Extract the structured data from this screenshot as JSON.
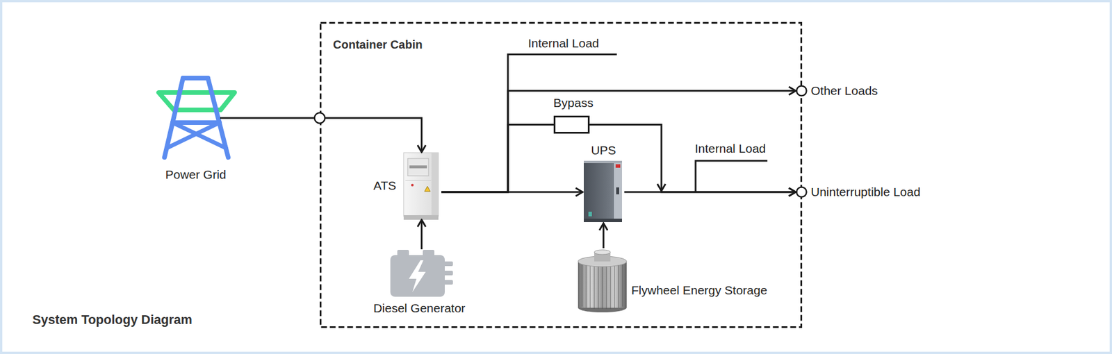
{
  "diagram": {
    "title": "System Topology Diagram",
    "nodes": [
      {
        "text": [
          "Power Grid"
        ]
      },
      {
        "text": [
          "Container Cabin"
        ]
      },
      {
        "text": [
          "ATS"
        ],
        "in": 1
      },
      {
        "text": [
          "Bypass"
        ],
        "in": 1
      },
      {
        "text": [
          "UPS"
        ],
        "in": 1
      },
      {
        "text": [
          "Diesel Generator"
        ],
        "in": 1
      },
      {
        "text": [
          "Flywheel Energy Storage"
        ],
        "in": 1
      },
      {
        "text": [
          "Other Loads"
        ]
      },
      {
        "text": [
          "Uninterruptible Load"
        ]
      }
    ],
    "edges": [
      {
        "from": 0,
        "to": 2,
        "arrow": "to"
      },
      {
        "from": 5,
        "to": 2,
        "arrow": "to"
      },
      {
        "from": 2,
        "to": 4,
        "arrow": "to"
      },
      {
        "from": 2,
        "to": 7,
        "arrow": "to"
      },
      {
        "from": 2,
        "to": 3,
        "arrow": "none"
      },
      {
        "from": 3,
        "to": 8,
        "arrow": "to"
      },
      {
        "from": 4,
        "to": 8,
        "arrow": "to"
      },
      {
        "from": 6,
        "to": 4,
        "arrow": "to"
      }
    ],
    "labels": [
      "Internal Load",
      "Internal Load"
    ]
  }
}
